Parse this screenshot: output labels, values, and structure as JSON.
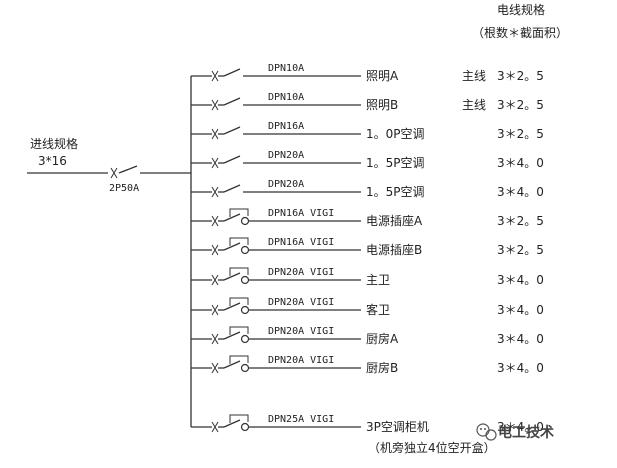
{
  "header": {
    "spec_title": "电线规格",
    "spec_subtitle": "（根数＊截面积）"
  },
  "incoming": {
    "title": "进线规格",
    "spec": "3*16",
    "main_breaker": "2P50A"
  },
  "circuits": [
    {
      "breaker": "DPN10A",
      "name": "照明A",
      "prefix": "主线",
      "spec": "3＊2。5",
      "rcd": false
    },
    {
      "breaker": "DPN10A",
      "name": "照明B",
      "prefix": "主线",
      "spec": "3＊2。5",
      "rcd": false
    },
    {
      "breaker": "DPN16A",
      "name": "1。0P空调",
      "prefix": "",
      "spec": "3＊2。5",
      "rcd": false
    },
    {
      "breaker": "DPN20A",
      "name": "1。5P空调",
      "prefix": "",
      "spec": "3＊4。0",
      "rcd": false
    },
    {
      "breaker": "DPN20A",
      "name": "1。5P空调",
      "prefix": "",
      "spec": "3＊4。0",
      "rcd": false
    },
    {
      "breaker": "DPN16A VIGI",
      "name": "电源插座A",
      "prefix": "",
      "spec": "3＊2。5",
      "rcd": true
    },
    {
      "breaker": "DPN16A VIGI",
      "name": "电源插座B",
      "prefix": "",
      "spec": "3＊2。5",
      "rcd": true
    },
    {
      "breaker": "DPN20A VIGI",
      "name": "主卫",
      "prefix": "",
      "spec": "3＊4。0",
      "rcd": true
    },
    {
      "breaker": "DPN20A VIGI",
      "name": "客卫",
      "prefix": "",
      "spec": "3＊4。0",
      "rcd": true
    },
    {
      "breaker": "DPN20A VIGI",
      "name": "厨房A",
      "prefix": "",
      "spec": "3＊4。0",
      "rcd": true
    },
    {
      "breaker": "DPN20A VIGI",
      "name": "厨房B",
      "prefix": "",
      "spec": "3＊4。0",
      "rcd": true
    },
    {
      "breaker": "DPN25A VIGI",
      "name": "3P空调柜机",
      "prefix": "",
      "spec": "3＊4。0",
      "rcd": true
    }
  ],
  "note": "（机旁独立4位空开盒）",
  "watermark": "电工技术"
}
